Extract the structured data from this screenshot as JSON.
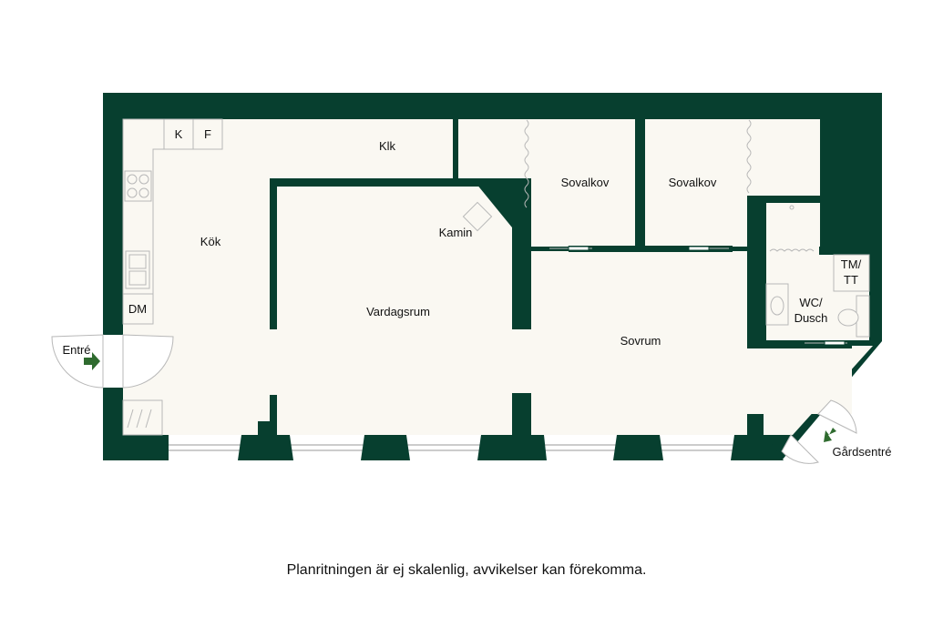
{
  "colors": {
    "wall": "#073f2f",
    "floor": "#faf8f2",
    "line": "#b8b8b8",
    "arrow": "#2f6b2f",
    "text": "#111111"
  },
  "rooms": {
    "kok": "Kök",
    "klk": "Klk",
    "kamin": "Kamin",
    "vardagsrum": "Vardagsrum",
    "sovalkov_1": "Sovalkov",
    "sovalkov_2": "Sovalkov",
    "sovrum": "Sovrum",
    "wc_line1": "WC/",
    "wc_line2": "Dusch",
    "tm_line1": "TM/",
    "tm_line2": "TT"
  },
  "fixtures": {
    "kyl": "K",
    "frys": "F",
    "diskmaskin": "DM"
  },
  "entrances": {
    "main": "Entré",
    "yard": "Gårdsentré"
  },
  "disclaimer": "Planritningen är ej skalenlig, avvikelser kan förekomma."
}
